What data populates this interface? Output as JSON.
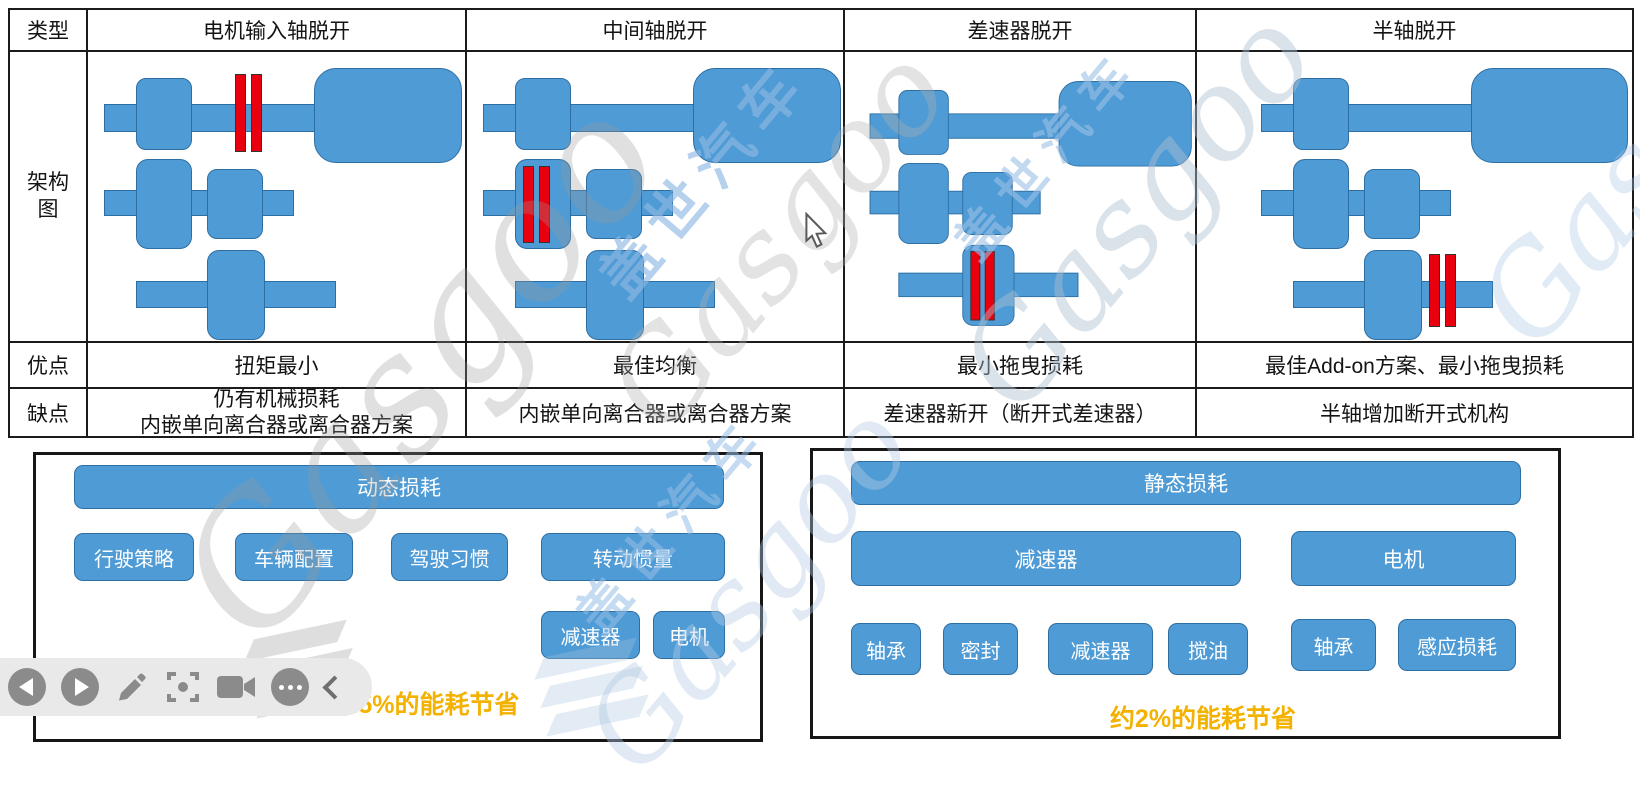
{
  "watermark": {
    "cn": "盖世汽车",
    "en": "Gasgoo"
  },
  "table": {
    "row_headers": {
      "type": "类型",
      "arch": "架构图",
      "pros": "优点",
      "cons": "缺点"
    },
    "columns": [
      {
        "title": "电机输入轴脱开",
        "pros": "扭矩最小",
        "cons": [
          "仍有机械损耗",
          "内嵌单向离合器或离合器方案"
        ],
        "clutch_position": "电机输入轴"
      },
      {
        "title": "中间轴脱开",
        "pros": "最佳均衡",
        "cons": [
          "内嵌单向离合器或离合器方案"
        ],
        "clutch_position": "中间轴"
      },
      {
        "title": "差速器脱开",
        "pros": "最小拖曳损耗",
        "cons": [
          "差速器新开（断开式差速器）"
        ],
        "clutch_position": "差速器"
      },
      {
        "title": "半轴脱开",
        "pros": "最佳Add-on方案、最小拖曳损耗",
        "cons": [
          "半轴增加断开式机构"
        ],
        "clutch_position": "半轴"
      }
    ]
  },
  "dynamic_panel": {
    "title": "动态损耗",
    "children": [
      "行驶策略",
      "车辆配置",
      "驾驶习惯",
      "转动惯量"
    ],
    "inertia_children": [
      "减速器",
      "电机"
    ],
    "saving": "约1.5%的能耗节省"
  },
  "static_panel": {
    "title": "静态损耗",
    "groups": [
      {
        "name": "减速器",
        "children": [
          "轴承",
          "密封",
          "减速器",
          "搅油"
        ]
      },
      {
        "name": "电机",
        "children": [
          "轴承",
          "感应损耗"
        ]
      }
    ],
    "saving": "约2%的能耗节省"
  },
  "toolbar": {
    "icons": [
      "previous",
      "play",
      "annotate-pencil",
      "screenshot-focus",
      "camera-record",
      "more-options",
      "collapse-chevron"
    ]
  },
  "colors": {
    "shape_blue": "#4f9bd5",
    "clutch_red": "#e8000f",
    "saving_gold": "#f3b100"
  }
}
